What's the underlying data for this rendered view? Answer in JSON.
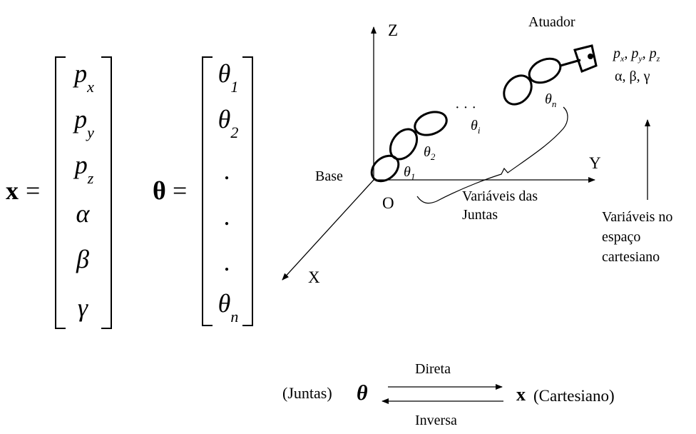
{
  "state_vector": {
    "name": "x",
    "equals": "=",
    "entries": [
      {
        "base": "p",
        "sub": "x"
      },
      {
        "base": "p",
        "sub": "y"
      },
      {
        "base": "p",
        "sub": "z"
      },
      {
        "base": "α",
        "sub": ""
      },
      {
        "base": "β",
        "sub": ""
      },
      {
        "base": "γ",
        "sub": ""
      }
    ]
  },
  "joint_vector": {
    "name": "θ",
    "equals": "=",
    "entries": [
      {
        "base": "θ",
        "sub": "1"
      },
      {
        "base": "θ",
        "sub": "2"
      },
      {
        "base": ".",
        "sub": ""
      },
      {
        "base": ".",
        "sub": ""
      },
      {
        "base": ".",
        "sub": ""
      },
      {
        "base": "θ",
        "sub": "n"
      }
    ]
  },
  "robot": {
    "axis_z": "Z",
    "axis_y": "Y",
    "axis_x": "X",
    "origin": "O",
    "base": "Base",
    "actuator": "Atuador",
    "joint_labels": [
      {
        "base": "θ",
        "sub": "1"
      },
      {
        "base": "θ",
        "sub": "2"
      },
      {
        "base": "θ",
        "sub": "i"
      },
      {
        "base": "θ",
        "sub": "n"
      }
    ],
    "ellipsis": "· · ·",
    "end_effector_position": {
      "px": {
        "base": "p",
        "sub": "x"
      },
      "py": {
        "base": "p",
        "sub": "y"
      },
      "pz": {
        "base": "p",
        "sub": "z"
      }
    },
    "end_effector_orientation": "α,  β,  γ",
    "joint_variables_label_line1": "Variáveis das",
    "joint_variables_label_line2": "Juntas",
    "cartesian_label_line1": "Variáveis no",
    "cartesian_label_line2": "espaço",
    "cartesian_label_line3": "cartesiano"
  },
  "kinematics": {
    "joints_label": "(Juntas)",
    "theta_symbol": "θ",
    "x_symbol": "x",
    "cartesian_label": "(Cartesiano)",
    "forward": "Direta",
    "inverse": "Inversa"
  }
}
